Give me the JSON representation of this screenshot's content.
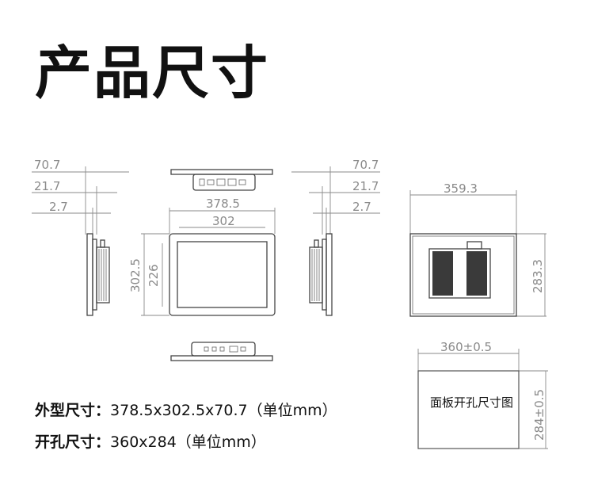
{
  "title": "产品尺寸",
  "specs": [
    {
      "label": "外型尺寸：",
      "value": "378.5x302.5x70.7（单位mm）"
    },
    {
      "label": "开孔尺寸：",
      "value": "360x284（单位mm）"
    }
  ],
  "dimensions": {
    "side_depth": "70.7",
    "side_mid": "21.7",
    "side_small": "2.7",
    "front_outer_width": "378.5",
    "front_inner_width": "302",
    "front_outer_height": "302.5",
    "front_inner_height": "226",
    "rear_width": "359.3",
    "rear_height": "283.3",
    "cutout_width": "360±0.5",
    "cutout_height": "284±0.5"
  },
  "cutout_label": "面板开孔尺寸图"
}
